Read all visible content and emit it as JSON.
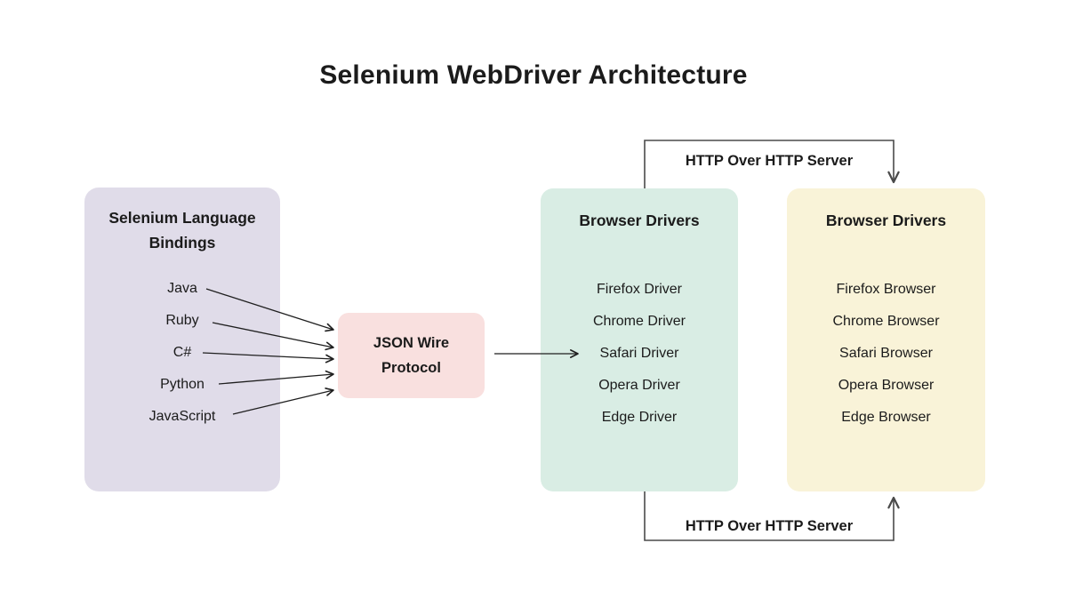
{
  "title": "Selenium WebDriver Architecture",
  "colors": {
    "bindings_box": "#E0DCE9",
    "protocol_box": "#F9E0DF",
    "drivers_box": "#D9EDE4",
    "browsers_box": "#F9F3D8",
    "text": "#1B1B1B",
    "arrow": "#1F1F1F",
    "connector": "#4A4A4A"
  },
  "bindings_box": {
    "header": "Selenium Language Bindings",
    "items": [
      "Java",
      "Ruby",
      "C#",
      "Python",
      "JavaScript"
    ]
  },
  "protocol_box": {
    "label": "JSON Wire Protocol"
  },
  "drivers_box": {
    "header": "Browser Drivers",
    "items": [
      "Firefox Driver",
      "Chrome Driver",
      "Safari Driver",
      "Opera Driver",
      "Edge Driver"
    ]
  },
  "browsers_box": {
    "header": "Browser Drivers",
    "items": [
      "Firefox Browser",
      "Chrome Browser",
      "Safari Browser",
      "Opera Browser",
      "Edge Browser"
    ]
  },
  "connectors": {
    "top_label": "HTTP Over HTTP Server",
    "bottom_label": "HTTP Over HTTP Server"
  },
  "connections": [
    {
      "from": "Java",
      "to": "JSON Wire Protocol"
    },
    {
      "from": "Ruby",
      "to": "JSON Wire Protocol"
    },
    {
      "from": "C#",
      "to": "JSON Wire Protocol"
    },
    {
      "from": "Python",
      "to": "JSON Wire Protocol"
    },
    {
      "from": "JavaScript",
      "to": "JSON Wire Protocol"
    },
    {
      "from": "JSON Wire Protocol",
      "to": "Browser Drivers"
    },
    {
      "from": "Browser Drivers",
      "to": "Browser Drivers (browsers)",
      "label": "HTTP Over HTTP Server",
      "position": "top"
    },
    {
      "from": "Browser Drivers",
      "to": "Browser Drivers (browsers)",
      "label": "HTTP Over HTTP Server",
      "position": "bottom"
    }
  ]
}
